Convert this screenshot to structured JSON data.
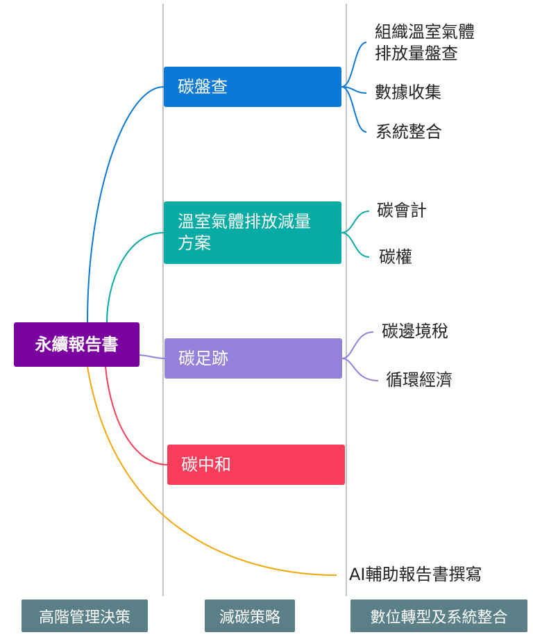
{
  "root": {
    "label": "永續報告書",
    "color": "#7b00a0"
  },
  "branches": [
    {
      "label": "碳盤查",
      "color": "#0b79d8",
      "children": [
        "組織溫室氣體\n排放量盤查",
        "數據收集",
        "系統整合"
      ]
    },
    {
      "label": "溫室氣體排放減量\n方案",
      "color": "#06aca4",
      "children": [
        "碳會計",
        "碳權"
      ]
    },
    {
      "label": "碳足跡",
      "color": "#9481dc",
      "children": [
        "碳邊境稅",
        "循環經濟"
      ]
    },
    {
      "label": "碳中和",
      "color": "#f83d5b",
      "children": []
    }
  ],
  "extra_leaf": {
    "label": "AI輔助報告書撰寫",
    "color": "#f0a80a"
  },
  "columns": [
    "高階管理決策",
    "減碳策略",
    "數位轉型及系統整合"
  ],
  "divider_color": "#c4c4c4",
  "footer_color": "#5a7f86"
}
